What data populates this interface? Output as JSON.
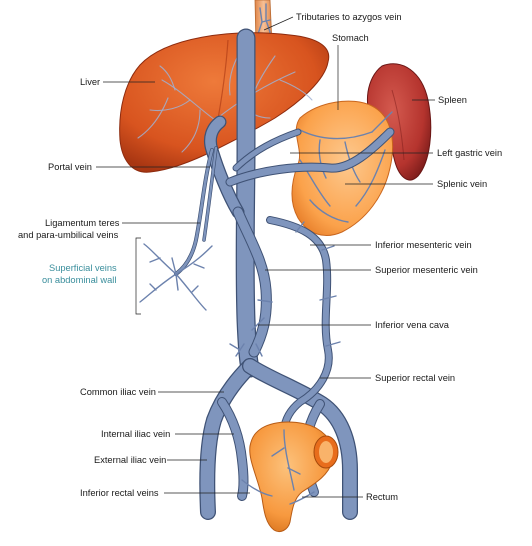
{
  "labels": {
    "tributaries_azygos": "Tributaries to azygos vein",
    "stomach": "Stomach",
    "liver": "Liver",
    "spleen": "Spleen",
    "portal_vein": "Portal vein",
    "left_gastric_vein": "Left gastric vein",
    "splenic_vein": "Splenic vein",
    "ligamentum_teres_1": "Ligamentum teres",
    "ligamentum_teres_2": "and para-umbilical veins",
    "inferior_mesenteric_vein": "Inferior mesenteric vein",
    "superficial_veins_1": "Superficial veins",
    "superficial_veins_2": "on abdominal wall",
    "superior_mesenteric_vein": "Superior mesenteric vein",
    "inferior_vena_cava": "Inferior vena cava",
    "superior_rectal_vein": "Superior rectal vein",
    "common_iliac_vein": "Common iliac vein",
    "internal_iliac_vein": "Internal iliac vein",
    "external_iliac_vein": "External iliac vein",
    "inferior_rectal_veins": "Inferior rectal veins",
    "rectum": "Rectum"
  },
  "colors": {
    "liver": "#d8541f",
    "liver_dark": "#a83612",
    "stomach": "#fba24b",
    "stomach_light": "#fdc98f",
    "spleen": "#b5342e",
    "spleen_dark": "#7c1c1a",
    "vein": "#7f95bd",
    "vein_edge": "#3f5275",
    "esophagus": "#f3a870",
    "rectum": "#f7993f",
    "superficial_label": "#3a8e9c"
  }
}
